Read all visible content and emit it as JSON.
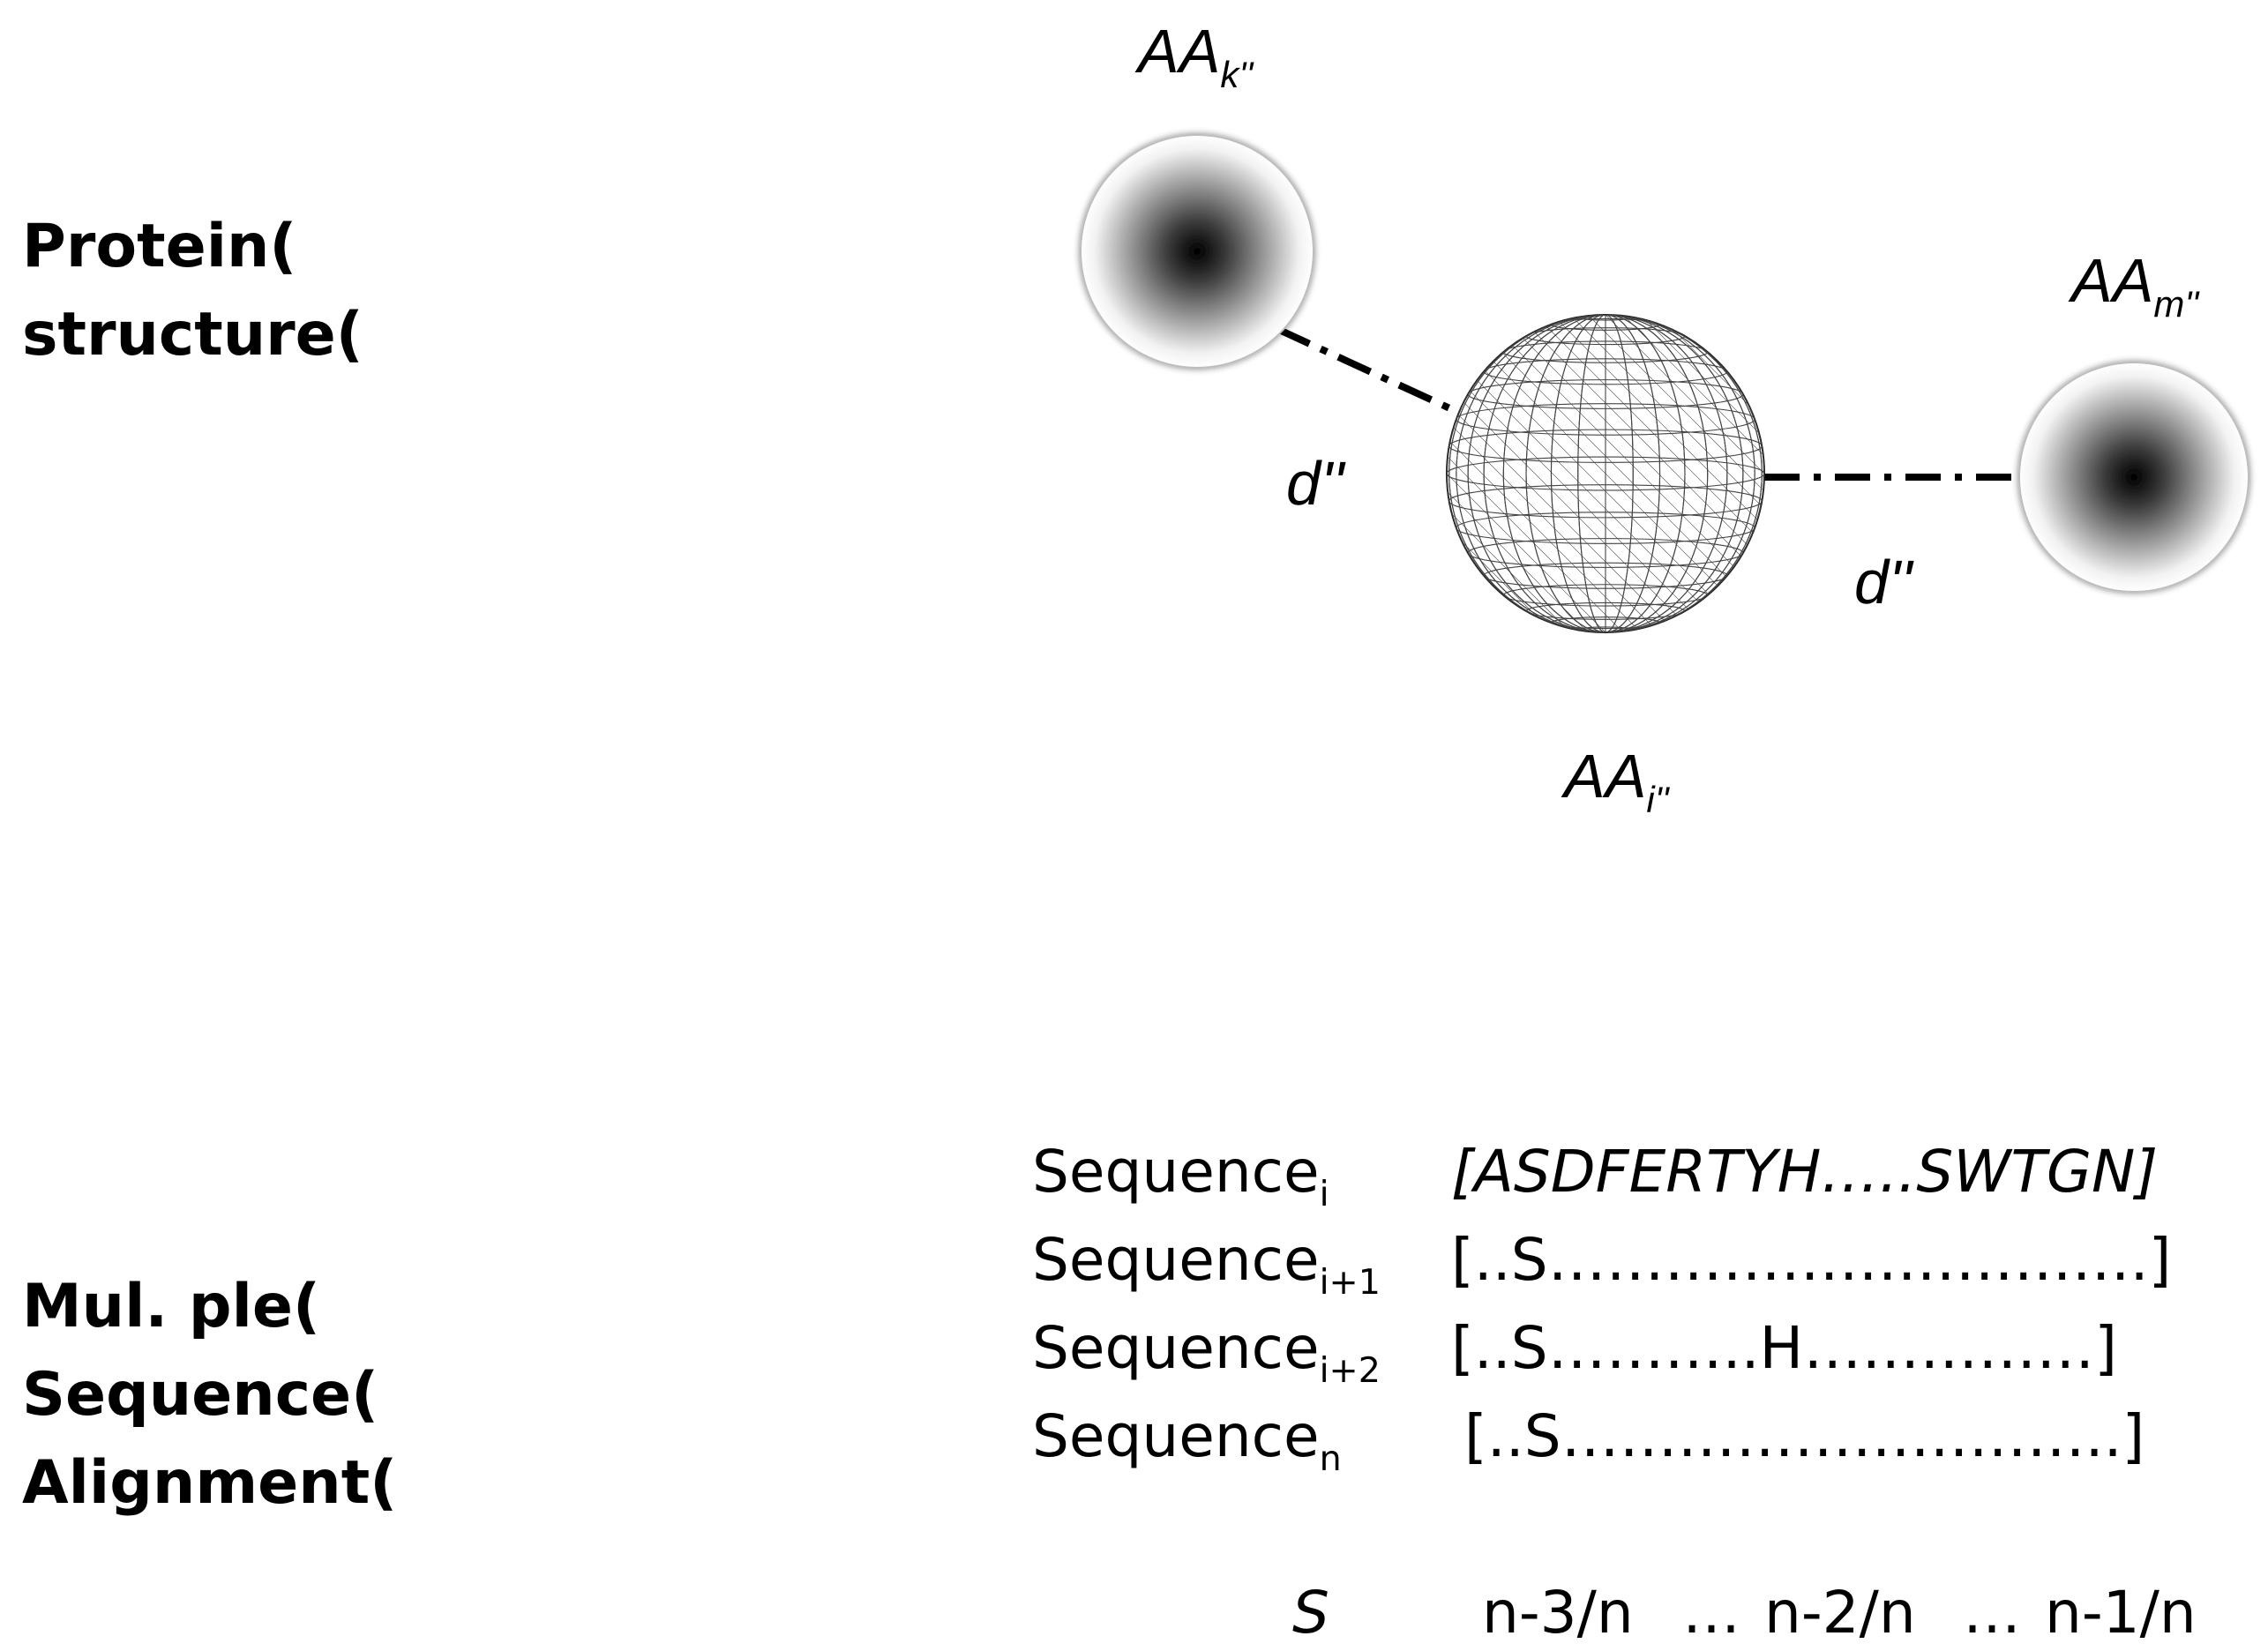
{
  "protein_structure": {
    "label_lines": [
      "Protein(",
      "structure("
    ],
    "residues": {
      "k": {
        "base": "AA",
        "sub": "k''"
      },
      "m": {
        "base": "AA",
        "sub": "m''"
      },
      "i": {
        "base": "AA",
        "sub": "i''"
      }
    },
    "distance_label": "d''"
  },
  "msa": {
    "label_lines": [
      "Mul. ple(",
      "Sequence(",
      "Alignment("
    ],
    "rows": [
      {
        "name": "Sequence",
        "sub": "i",
        "value": "[ASDFERTYH…..SWTGN]"
      },
      {
        "name": "Sequence",
        "sub": "i+1",
        "value": "[..S………………………….]"
      },
      {
        "name": "Sequence",
        "sub": "i+2",
        "value": "[..S………..H……………]"
      },
      {
        "name": "Sequence",
        "sub": "n",
        "value": "[..S………………………..]"
      }
    ],
    "score": {
      "symbol": "S",
      "values": [
        "n-3/n",
        "…",
        "n-2/n",
        "…",
        "n-1/n"
      ]
    }
  },
  "colors": {
    "ink": "#000000",
    "sphere_center": "#000000",
    "sphere_edge": "#ffffff",
    "mesh_line": "#333333"
  }
}
